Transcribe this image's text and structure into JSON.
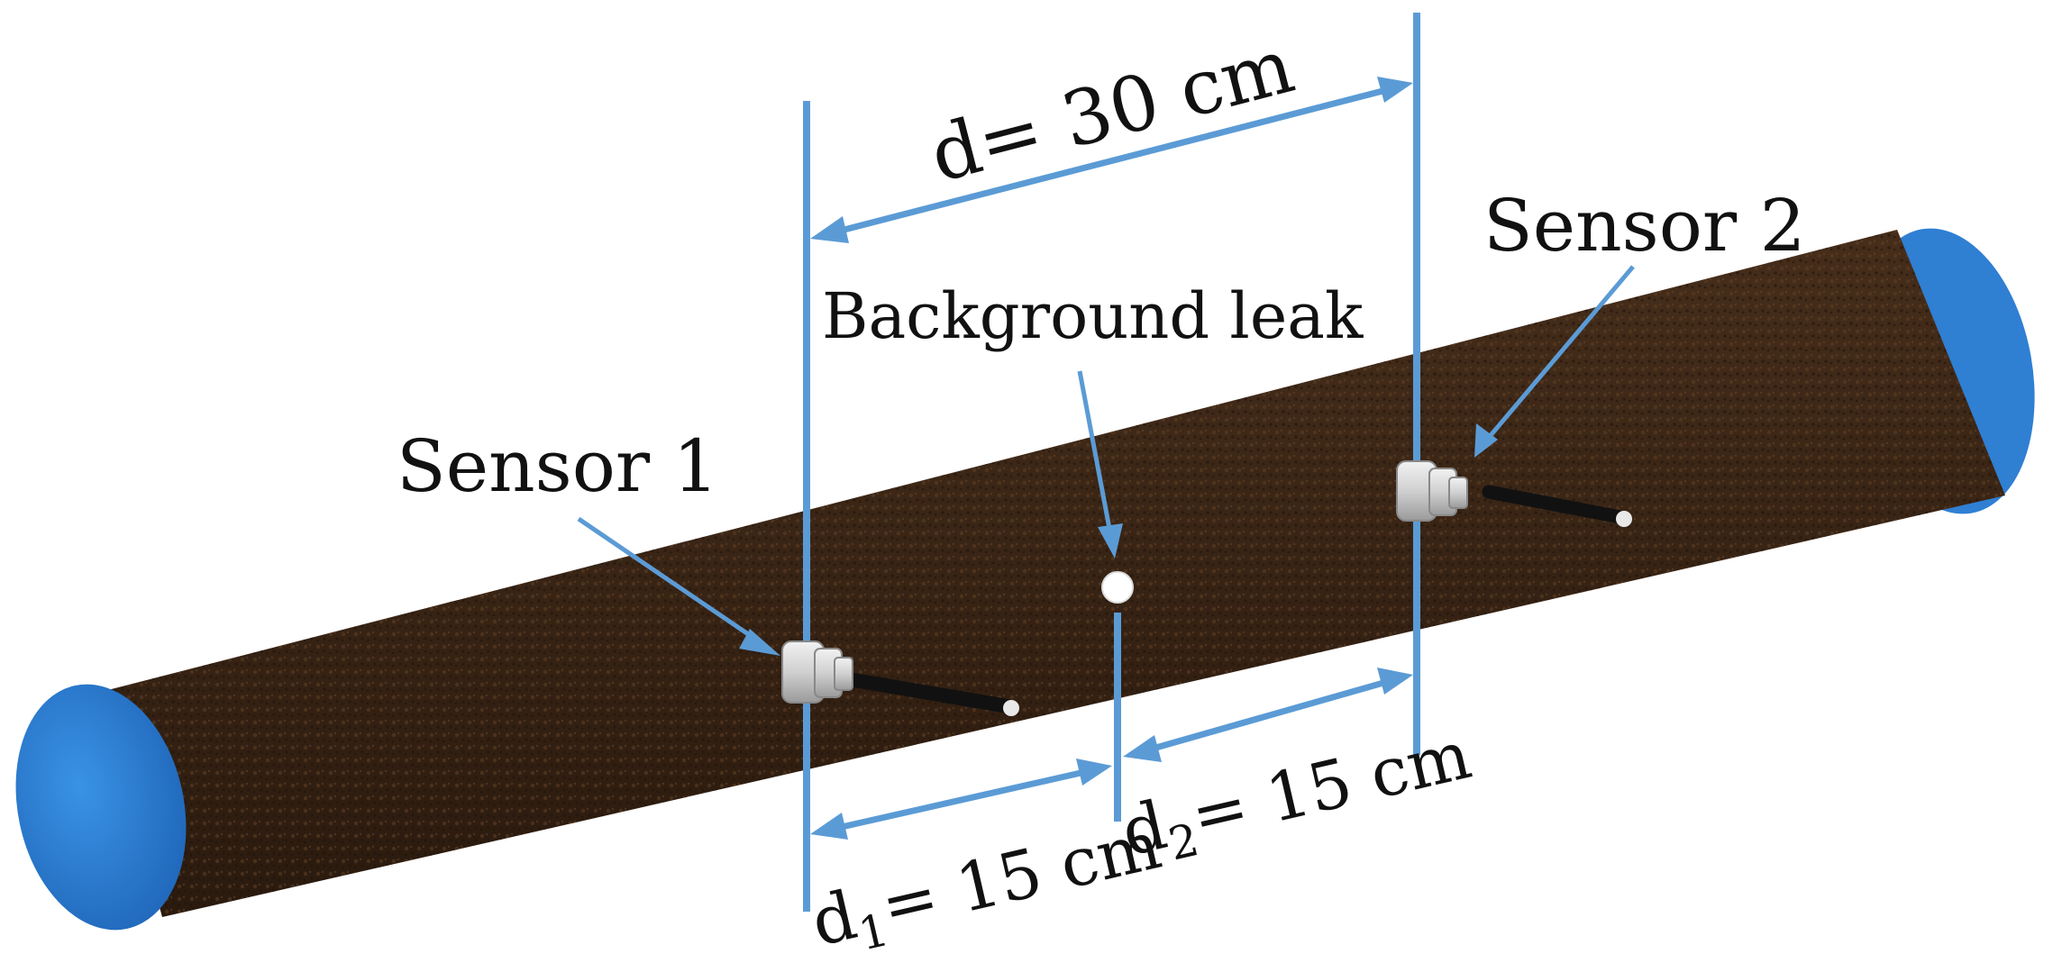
{
  "labels": {
    "sensor1": "Sensor 1",
    "sensor2": "Sensor 2",
    "leak": "Background leak",
    "total_distance": "d= 30 cm",
    "d1_symbol": "d",
    "d1_subscript": "1",
    "d1_value": "= 15 cm",
    "d2_symbol": "d",
    "d2_subscript": "2",
    "d2_value": "= 15 cm"
  },
  "colors": {
    "pipe_body": "#3a2516",
    "pipe_cap": "#2f7fd3",
    "dimension_line": "#5b9bd5",
    "sensor": "#d9d9d9",
    "cable": "#111111",
    "leak_marker": "#ffffff"
  }
}
